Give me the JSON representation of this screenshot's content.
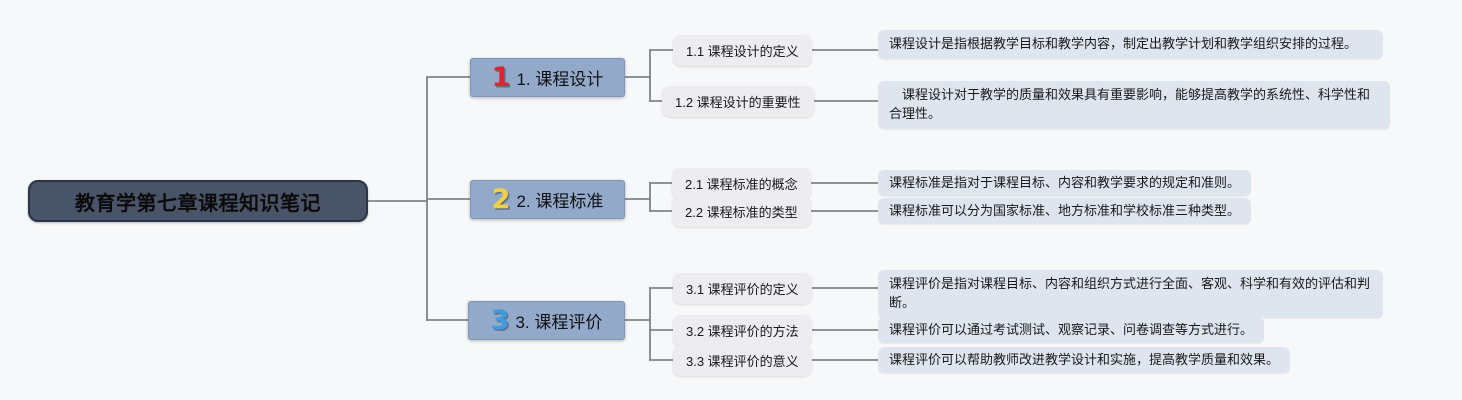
{
  "root": {
    "label": "教育学第七章课程知识笔记"
  },
  "colors": {
    "root_bg": "#4a5469",
    "branch_bg": "#92a9c9",
    "subtopic_bg": "#ededf0",
    "detail_bg": "#dfe5ef",
    "connector": "#80858b",
    "number_1": "#e0242f",
    "number_2": "#f0d046",
    "number_3": "#3d9ce2"
  },
  "branches": [
    {
      "number": "1",
      "number_color": "#e0242f",
      "label": "1. 课程设计",
      "items": [
        {
          "label": "1.1 课程设计的定义",
          "detail": "课程设计是指根据教学目标和教学内容，制定出教学计划和教学组织安排的过程。"
        },
        {
          "label": "1.2 课程设计的重要性",
          "detail": "　课程设计对于教学的质量和效果具有重要影响，能够提高教学的系统性、科学性和合理性。"
        }
      ]
    },
    {
      "number": "2",
      "number_color": "#f0d046",
      "label": "2. 课程标准",
      "items": [
        {
          "label": "2.1 课程标准的概念",
          "detail": "课程标准是指对于课程目标、内容和教学要求的规定和准则。"
        },
        {
          "label": "2.2 课程标准的类型",
          "detail": "课程标准可以分为国家标准、地方标准和学校标准三种类型。"
        }
      ]
    },
    {
      "number": "3",
      "number_color": "#3d9ce2",
      "label": "3. 课程评价",
      "items": [
        {
          "label": "3.1 课程评价的定义",
          "detail": "课程评价是指对课程目标、内容和组织方式进行全面、客观、科学和有效的评估和判断。"
        },
        {
          "label": "3.2 课程评价的方法",
          "detail": "课程评价可以通过考试测试、观察记录、问卷调查等方式进行。"
        },
        {
          "label": "3.3 课程评价的意义",
          "detail": "课程评价可以帮助教师改进教学设计和实施，提高教学质量和效果。"
        }
      ]
    }
  ]
}
